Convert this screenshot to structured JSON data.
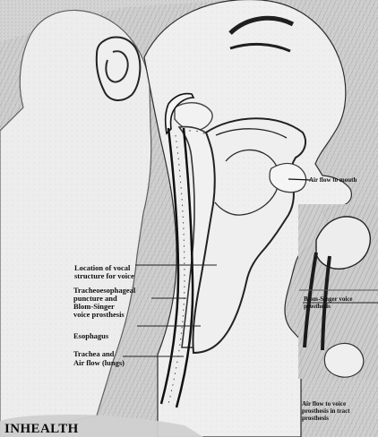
{
  "figure": {
    "footer_text": "INHEALTH",
    "left_labels": [
      "Location of vocal",
      "structure for voice",
      "Tracheoesophageal",
      "puncture and",
      "Blom-Singer",
      "voice prosthesis",
      "Esophagus",
      "Trachea and",
      "Air flow (lungs)"
    ],
    "right_top_label": "Air flow to mouth",
    "right_mid_labels": [
      "Blom-Singer voice",
      "prosthesis"
    ],
    "right_bottom_labels": [
      "Air flow to voice",
      "prosthesis in tract",
      "prosthesis"
    ]
  },
  "colors": {
    "ink": "#111111",
    "paper": "#d8d8d8",
    "shadow": "#8d8d8d",
    "highlight": "#f3f3f3"
  }
}
